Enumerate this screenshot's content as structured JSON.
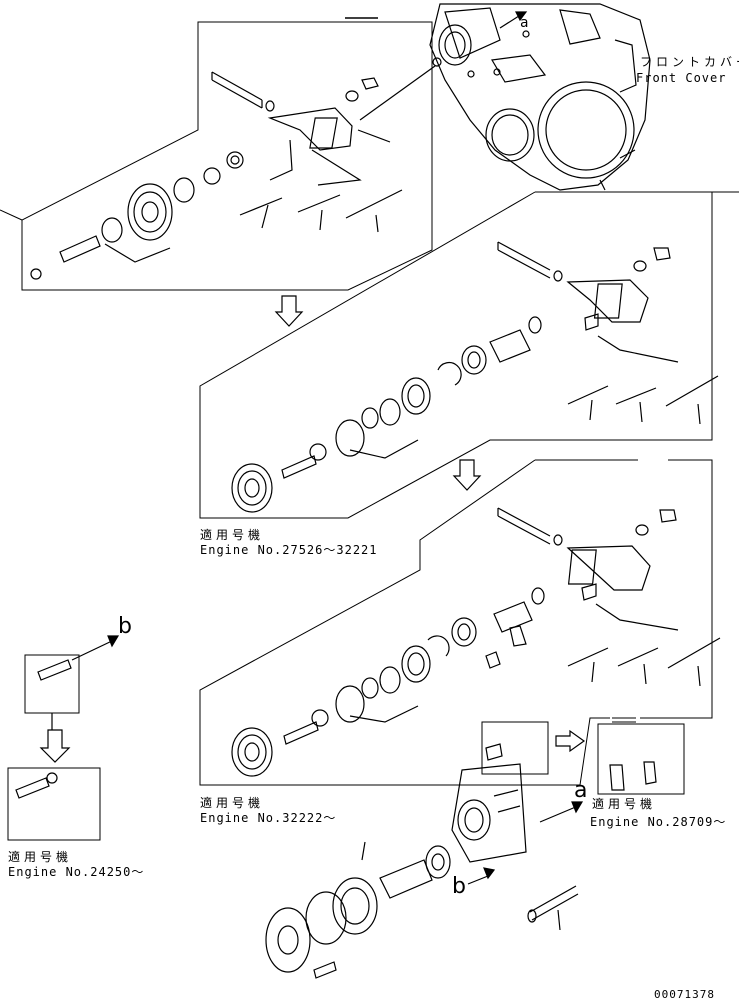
{
  "front_cover": {
    "jp": "フロントカバー",
    "en": "Front Cover"
  },
  "panel_2": {
    "jp": "適用号機",
    "serial": "Engine No.27526～32221"
  },
  "panel_3": {
    "jp": "適用号機",
    "serial": "Engine No.32222～"
  },
  "panel_left": {
    "jp": "適用号機",
    "serial": "Engine No.24250～"
  },
  "panel_right": {
    "jp": "適用号機",
    "serial": "Engine No.28709～"
  },
  "callouts": {
    "a_top": "a",
    "a_mid": "a",
    "b_left": "b",
    "b_mid": "b"
  },
  "part_number": "00071378"
}
